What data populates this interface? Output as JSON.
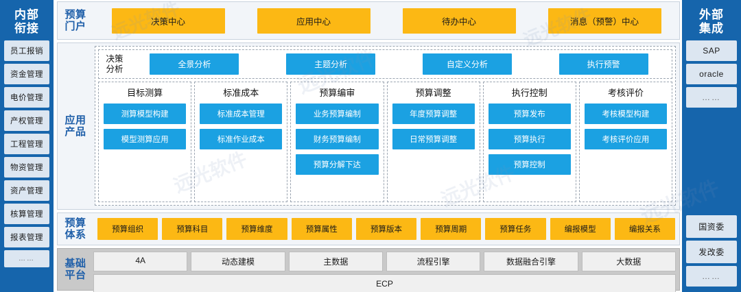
{
  "left_rail": {
    "title": "内部\n衔接",
    "items": [
      {
        "label": "员工报销"
      },
      {
        "label": "资金管理"
      },
      {
        "label": "电价管理"
      },
      {
        "label": "产权管理"
      },
      {
        "label": "工程管理"
      },
      {
        "label": "物资管理"
      },
      {
        "label": "资产管理"
      },
      {
        "label": "核算管理"
      },
      {
        "label": "报表管理"
      },
      {
        "label": "……"
      }
    ]
  },
  "right_rail": {
    "title": "外部\n集成",
    "top_items": [
      {
        "label": "SAP"
      },
      {
        "label": "oracle"
      },
      {
        "label": "……"
      }
    ],
    "bottom_items": [
      {
        "label": "国资委"
      },
      {
        "label": "发改委"
      },
      {
        "label": "……"
      }
    ]
  },
  "portal": {
    "label": "预算\n门户",
    "buttons": [
      {
        "label": "决策中心"
      },
      {
        "label": "应用中心"
      },
      {
        "label": "待办中心"
      },
      {
        "label": "消息（预警）中心"
      }
    ]
  },
  "products": {
    "label": "应用\n产品",
    "decision": {
      "label": "决策\n分析",
      "buttons": [
        {
          "label": "全景分析"
        },
        {
          "label": "主题分析"
        },
        {
          "label": "自定义分析"
        },
        {
          "label": "执行预警"
        }
      ]
    },
    "columns": [
      {
        "title": "目标测算",
        "items": [
          "测算模型构建",
          "模型测算应用"
        ]
      },
      {
        "title": "标准成本",
        "items": [
          "标准成本管理",
          "标准作业成本"
        ]
      },
      {
        "title": "预算编审",
        "items": [
          "业务预算编制",
          "财务预算编制",
          "预算分解下达"
        ]
      },
      {
        "title": "预算调整",
        "items": [
          "年度预算调整",
          "日常预算调整"
        ]
      },
      {
        "title": "执行控制",
        "items": [
          "预算发布",
          "预算执行",
          "预算控制"
        ]
      },
      {
        "title": "考核评价",
        "items": [
          "考核模型构建",
          "考核评价应用"
        ]
      }
    ]
  },
  "system": {
    "label": "预算\n体系",
    "buttons": [
      {
        "label": "预算组织"
      },
      {
        "label": "预算科目"
      },
      {
        "label": "预算维度"
      },
      {
        "label": "预算属性"
      },
      {
        "label": "预算版本"
      },
      {
        "label": "预算周期"
      },
      {
        "label": "预算任务"
      },
      {
        "label": "编报模型"
      },
      {
        "label": "编报关系"
      }
    ]
  },
  "platform": {
    "label": "基础\n平台",
    "row1": [
      {
        "label": "4A"
      },
      {
        "label": "动态建模"
      },
      {
        "label": "主数据"
      },
      {
        "label": "流程引擎"
      },
      {
        "label": "数据融合引擎"
      },
      {
        "label": "大数据"
      }
    ],
    "row2": [
      {
        "label": "ECP"
      }
    ]
  },
  "watermarks": [
    "远光软件",
    "远光软件",
    "远光软件",
    "远光软件",
    "远光软件",
    "远光软件"
  ],
  "colors": {
    "rail_blue": "#1665ac",
    "rail_item": "#dce6f1",
    "accent_orange": "#fcb814",
    "accent_blue": "#1ba1e2",
    "band_bg": "#f2f5f9",
    "platform_bg": "#c9c9c9",
    "label_blue": "#1f5fa9"
  }
}
